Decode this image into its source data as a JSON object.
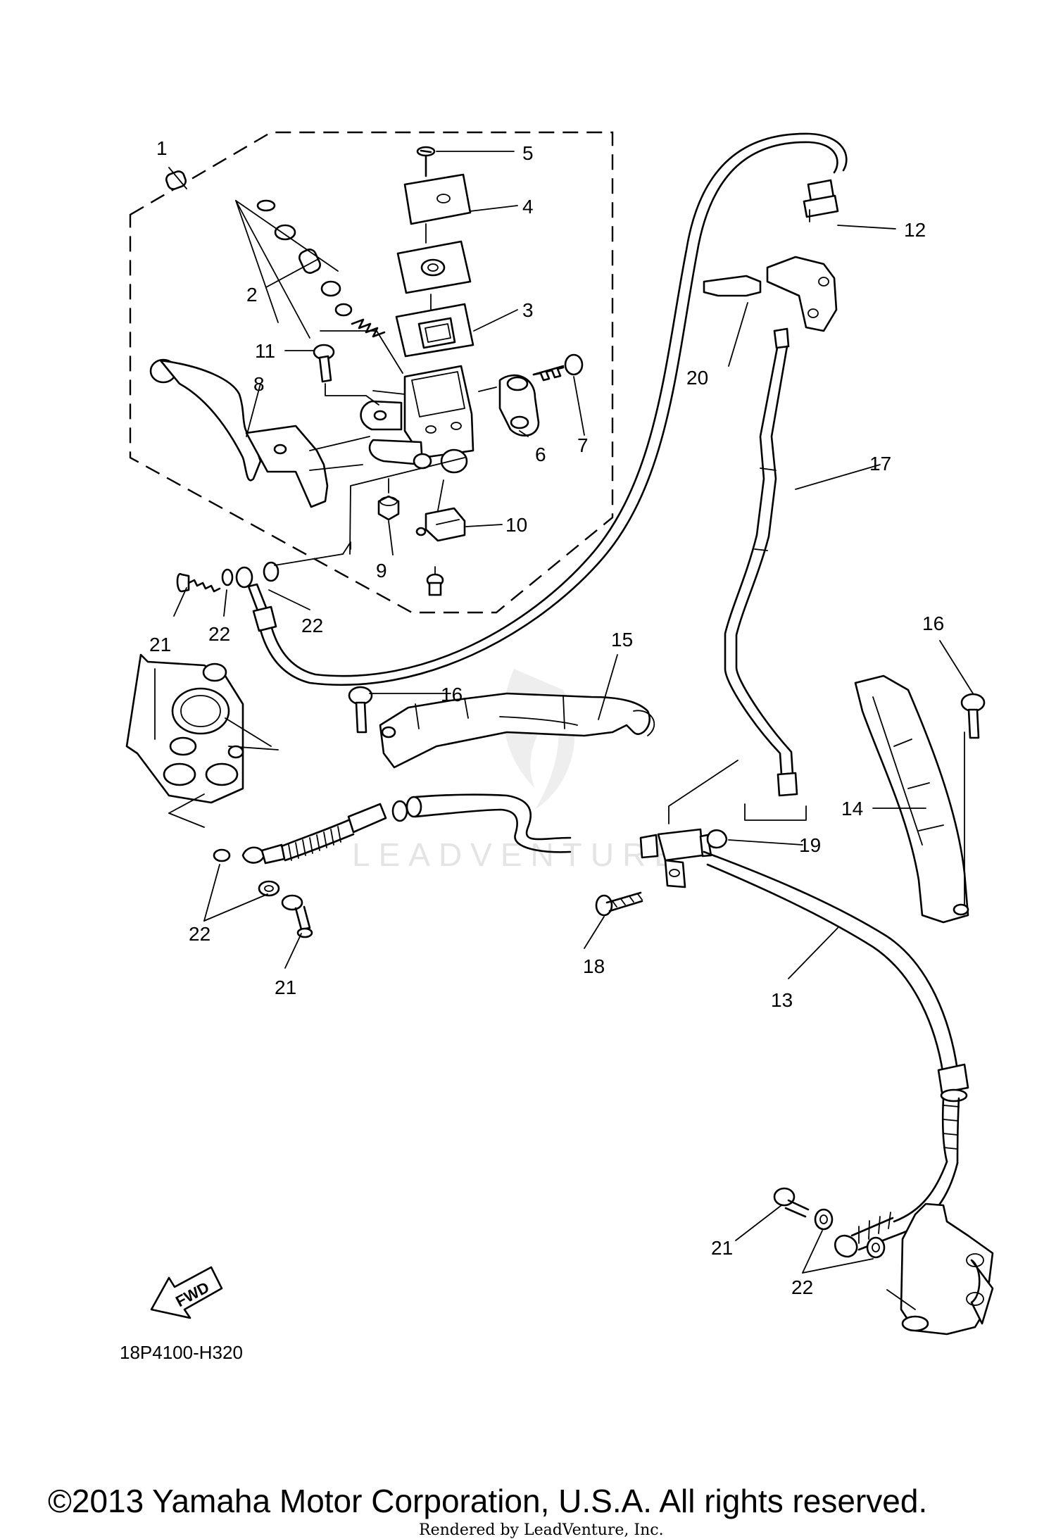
{
  "diagram": {
    "parts": [
      {
        "id": "p1",
        "number": "1"
      },
      {
        "id": "p2",
        "number": "2"
      },
      {
        "id": "p3",
        "number": "3"
      },
      {
        "id": "p4",
        "number": "4"
      },
      {
        "id": "p5",
        "number": "5"
      },
      {
        "id": "p6",
        "number": "6"
      },
      {
        "id": "p7",
        "number": "7"
      },
      {
        "id": "p8",
        "number": "8"
      },
      {
        "id": "p9",
        "number": "9"
      },
      {
        "id": "p10",
        "number": "10"
      },
      {
        "id": "p11",
        "number": "11"
      },
      {
        "id": "p12",
        "number": "12"
      },
      {
        "id": "p13",
        "number": "13"
      },
      {
        "id": "p14",
        "number": "14"
      },
      {
        "id": "p15",
        "number": "15"
      },
      {
        "id": "p16a",
        "number": "16"
      },
      {
        "id": "p16b",
        "number": "16"
      },
      {
        "id": "p17",
        "number": "17"
      },
      {
        "id": "p18",
        "number": "18"
      },
      {
        "id": "p19",
        "number": "19"
      },
      {
        "id": "p20",
        "number": "20"
      },
      {
        "id": "p21a",
        "number": "21"
      },
      {
        "id": "p21b",
        "number": "21"
      },
      {
        "id": "p21c",
        "number": "21"
      },
      {
        "id": "p22a",
        "number": "22"
      },
      {
        "id": "p22b",
        "number": "22"
      },
      {
        "id": "p22c",
        "number": "22"
      },
      {
        "id": "p22d",
        "number": "22"
      }
    ],
    "direction_badge": "FWD",
    "diagram_code": "18P4100-H320",
    "watermark": "LEADVENTURE",
    "copyright": "©2013 Yamaha Motor Corporation, U.S.A. All rights reserved.",
    "rendered_by": "Rendered by LeadVenture, Inc."
  }
}
